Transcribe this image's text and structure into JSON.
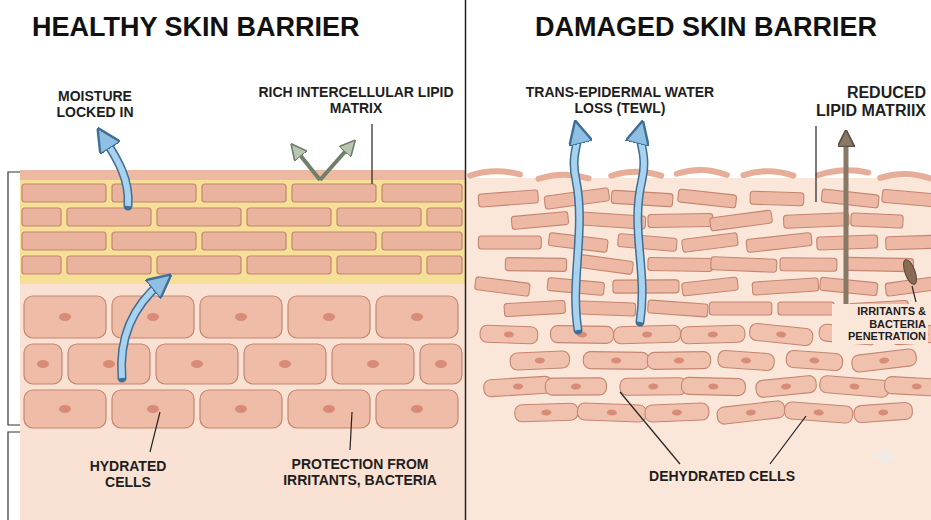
{
  "diagram": {
    "nodes": [
      {
        "text": [
          "HEALTHY SKIN BARRIER"
        ]
      },
      {
        "text": [
          "DAMAGED SKIN BARRIER"
        ]
      }
    ],
    "labels": [
      "MOISTURE LOCKED IN",
      "RICH INTERCELLULAR LIPID MATRIX",
      "HYDRATED CELLS",
      "PROTECTION FROM IRRITANTS, BACTERIA",
      "TRANS-EPIDERMAL WATER LOSS (TEWL)",
      "REDUCED LIPID MATRIIX",
      "IRRITANTS & BACTERIA PENETRATION",
      "DEHYDRATED CELLS"
    ]
  }
}
